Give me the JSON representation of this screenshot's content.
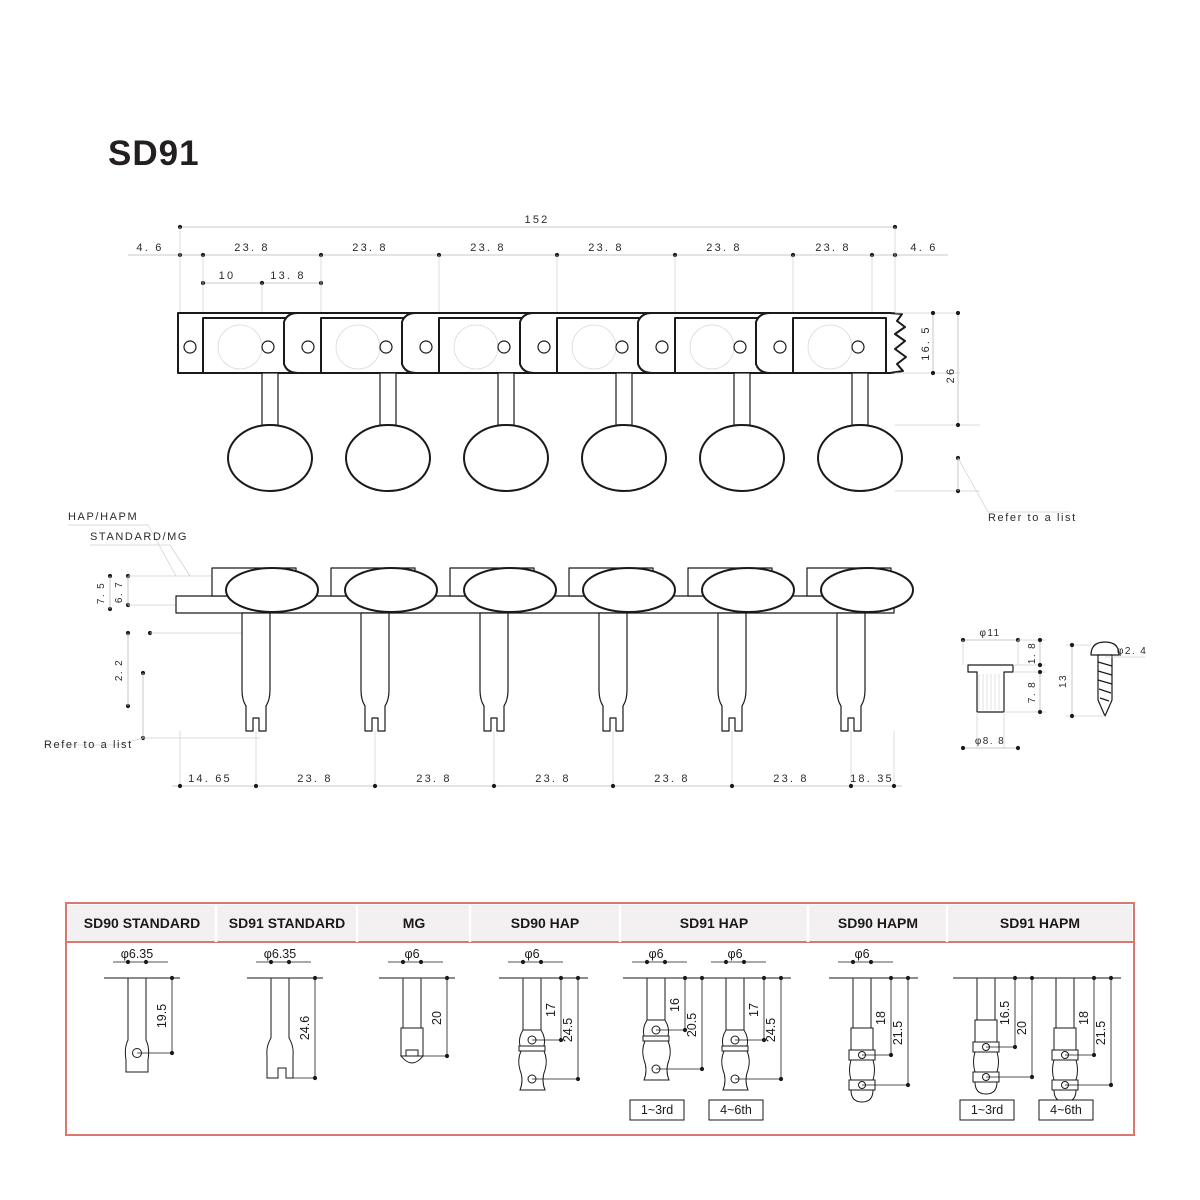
{
  "title": "SD91",
  "colors": {
    "table_border": "#d9796e",
    "table_header_bg": "#f2f0f0",
    "line": "#1a1a1a",
    "dim_line": "#b9b9b9"
  },
  "top_view": {
    "overall_label": "152",
    "end_margin_left": "4. 6",
    "end_margin_right": "4. 6",
    "spacings": [
      "23. 8",
      "23. 8",
      "23. 8",
      "23. 8",
      "23. 8",
      "23. 8"
    ],
    "detail_a": "10",
    "detail_b": "13. 8",
    "height_inner": "16. 5",
    "height_outer": "26",
    "note_refer": "Refer to a list"
  },
  "side_view": {
    "label_hap": "HAP/HAPM",
    "label_standard": "STANDARD/MG",
    "dim_75": "7. 5",
    "dim_67": "6. 7",
    "dim_22": "2. 2",
    "note_refer": "Refer to a list",
    "bottom_dims": [
      "14. 65",
      "23. 8",
      "23. 8",
      "23. 8",
      "23. 8",
      "23. 8",
      "18. 35"
    ]
  },
  "bushing": {
    "dia_top": "φ11",
    "dia_bottom": "φ8. 8",
    "height_flange": "1. 8",
    "height_body": "7. 8"
  },
  "screw": {
    "dia": "φ2. 4",
    "length": "13"
  },
  "table": {
    "headers": [
      "SD90 STANDARD",
      "SD91 STANDARD",
      "MG",
      "SD90 HAP",
      "SD91 HAP",
      "SD90 HAPM",
      "SD91 HAPM"
    ],
    "cells": [
      {
        "header": "SD90 STANDARD",
        "posts": [
          {
            "dia": "φ6.35",
            "dims": [
              "19.5"
            ],
            "tag": null,
            "style": "standard-hole"
          }
        ]
      },
      {
        "header": "SD91 STANDARD",
        "posts": [
          {
            "dia": "φ6.35",
            "dims": [
              "24.6"
            ],
            "tag": null,
            "style": "standard-slot"
          }
        ]
      },
      {
        "header": "MG",
        "posts": [
          {
            "dia": "φ6",
            "dims": [
              "20"
            ],
            "tag": null,
            "style": "mg"
          }
        ]
      },
      {
        "header": "SD90 HAP",
        "posts": [
          {
            "dia": "φ6",
            "dims": [
              "17",
              "24.5"
            ],
            "tag": null,
            "style": "hap"
          }
        ]
      },
      {
        "header": "SD91 HAP",
        "posts": [
          {
            "dia": "φ6",
            "dims": [
              "16",
              "20.5"
            ],
            "tag": "1~3rd",
            "style": "hap"
          },
          {
            "dia": "φ6",
            "dims": [
              "17",
              "24.5"
            ],
            "tag": "4~6th",
            "style": "hap"
          }
        ]
      },
      {
        "header": "SD90 HAPM",
        "posts": [
          {
            "dia": "φ6",
            "dims": [
              "18",
              "21.5"
            ],
            "tag": null,
            "style": "hapm"
          }
        ]
      },
      {
        "header": "SD91 HAPM",
        "posts": [
          {
            "dia": "φ6",
            "dims": [
              "16.5",
              "20"
            ],
            "tag": "1~3rd",
            "style": "hapm"
          },
          {
            "dia": "φ6",
            "dims": [
              "18",
              "21.5"
            ],
            "tag": "4~6th",
            "style": "hapm"
          }
        ]
      }
    ]
  }
}
